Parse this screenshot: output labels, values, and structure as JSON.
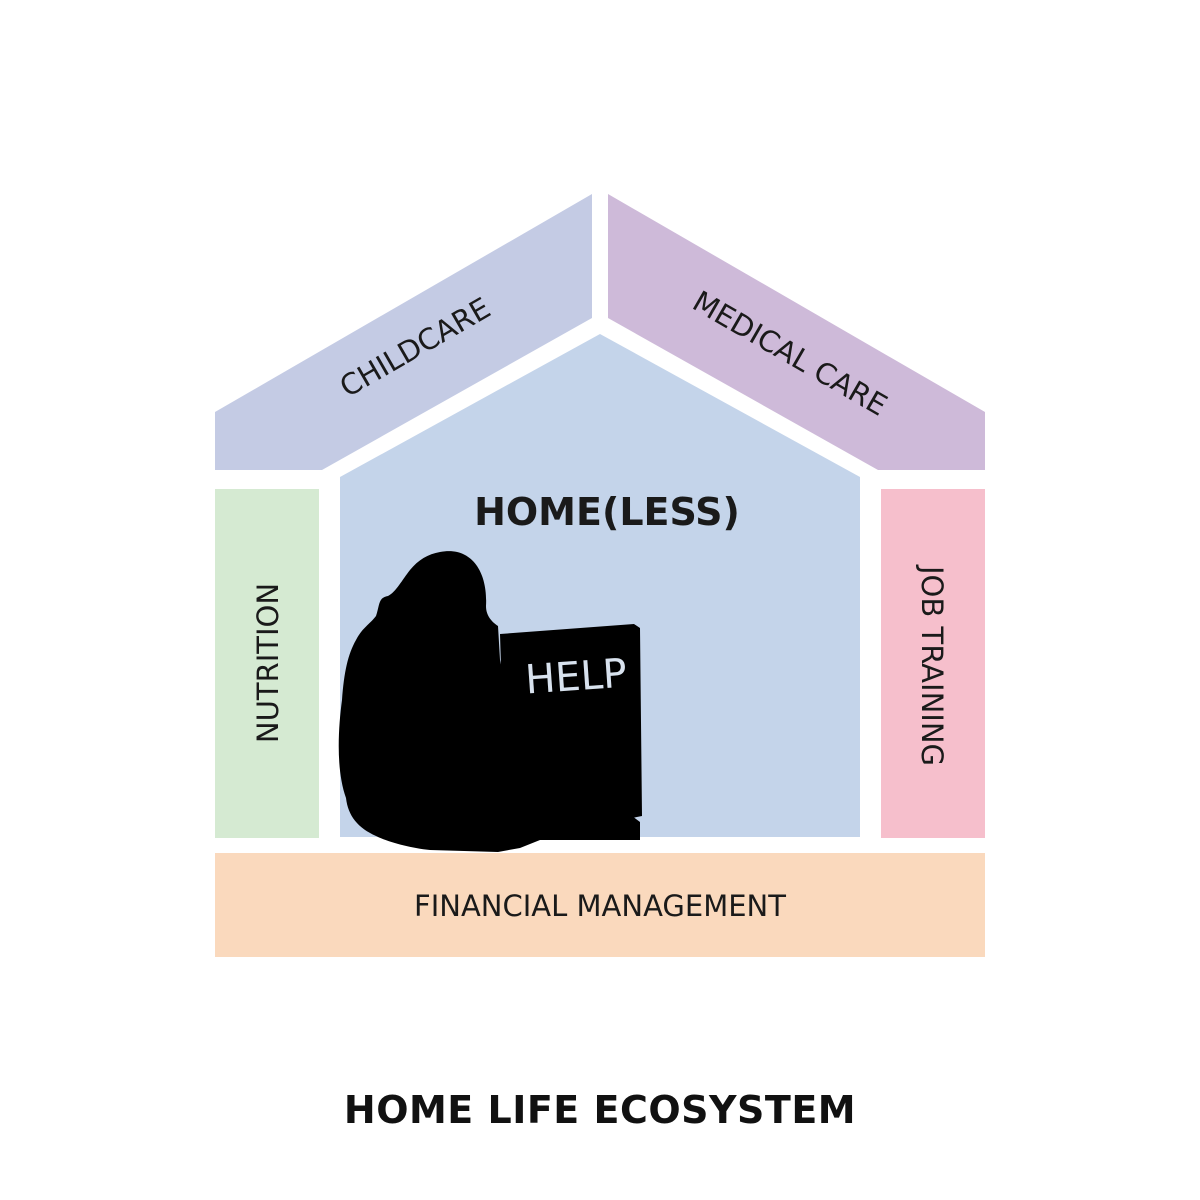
{
  "diagram": {
    "center": {
      "title": "HOME(LESS)",
      "sign_text": "HELP",
      "figure": "hooded-person-holding-help-sign",
      "color": "#c4d4ea"
    },
    "segments": {
      "childcare": {
        "label": "CHILDCARE",
        "color": "#c4cbe4"
      },
      "medical_care": {
        "label": "MEDICAL CARE",
        "color": "#cebad9"
      },
      "nutrition": {
        "label": "NUTRITION",
        "color": "#d5ead2"
      },
      "job_training": {
        "label": "JOB TRAINING",
        "color": "#f6bfcc"
      },
      "financial_management": {
        "label": "FINANCIAL MANAGEMENT",
        "color": "#fad9bd"
      }
    },
    "caption": "HOME LIFE ECOSYSTEM"
  }
}
